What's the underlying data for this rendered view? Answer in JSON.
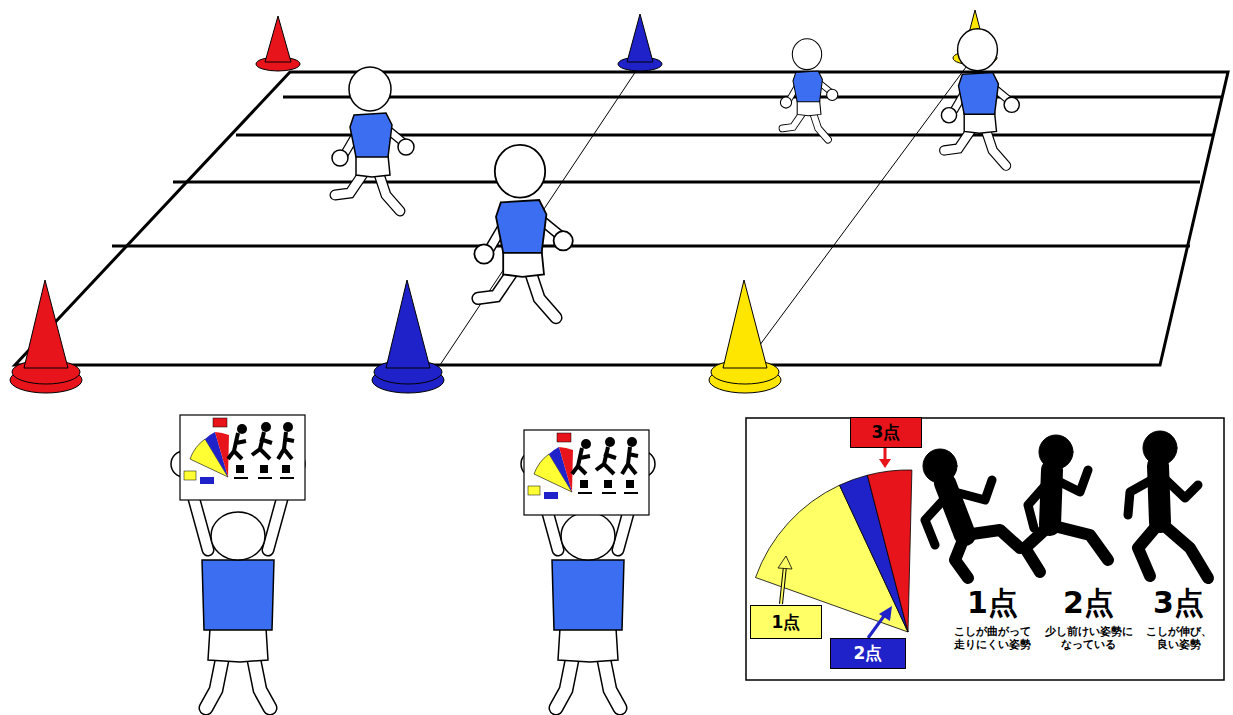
{
  "diagram": {
    "nodes": [
      {
        "text": [
          "3点"
        ]
      },
      {
        "text": [
          "1点"
        ]
      },
      {
        "text": [
          "2点"
        ]
      }
    ],
    "labels": [
      "1点",
      "こしが曲がって 走りにくい姿勢",
      "2点",
      "少し前けい姿勢に なっている",
      "3点",
      "こしが伸び、 良い姿勢"
    ]
  }
}
